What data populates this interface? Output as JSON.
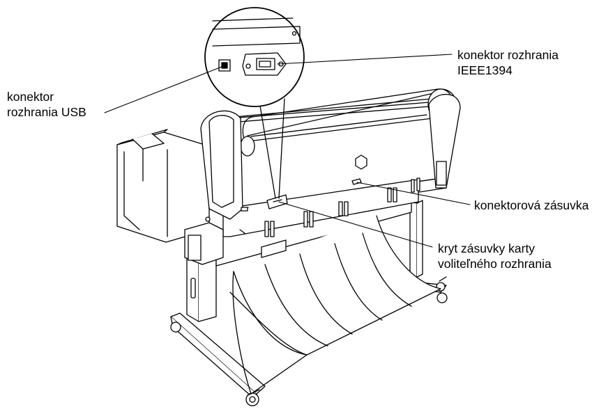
{
  "labels": {
    "usb": {
      "line1": "konektor",
      "line2": "rozhrania USB"
    },
    "ieee": {
      "line1": "konektor rozhrania",
      "line2": "IEEE1394"
    },
    "slot": {
      "line1": "konektorová zásuvka"
    },
    "cover": {
      "line1": "kryt zásuvky karty",
      "line2": "voliteľného rozhrania"
    }
  },
  "colors": {
    "line": "#000000",
    "fill": "#ffffff",
    "shade": "#f2f2f2"
  }
}
